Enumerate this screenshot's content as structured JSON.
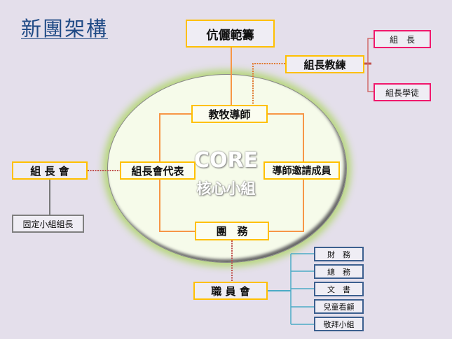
{
  "title": "新團架構",
  "nodes": {
    "couples": "伉儷範籌",
    "leader_coach": "組長教練",
    "leader": "組　長",
    "leader_apprentice": "組長學徒",
    "pastor_mentor": "教牧導師",
    "leader_rep": "組長會代表",
    "mentor_invited": "導師邀請成員",
    "fellowship_affairs": "團　務",
    "leaders_meeting": "組 長 會",
    "cell_leaders": "固定小組組長",
    "staff_meeting": "職 員 會",
    "finance": "財　務",
    "general_affairs": "總　務",
    "secretary": "文　書",
    "childcare": "兒童看顧",
    "worship_group": "敬拜小組"
  },
  "core": {
    "title": "CORE",
    "subtitle": "核心小組"
  },
  "colors": {
    "background": "#e4dfeb",
    "yellow_border": "#ffc000",
    "pink_border": "#f0186c",
    "blue_border": "#3c5f8f",
    "orange_line": "#f79646",
    "title": "#1f4a85"
  }
}
